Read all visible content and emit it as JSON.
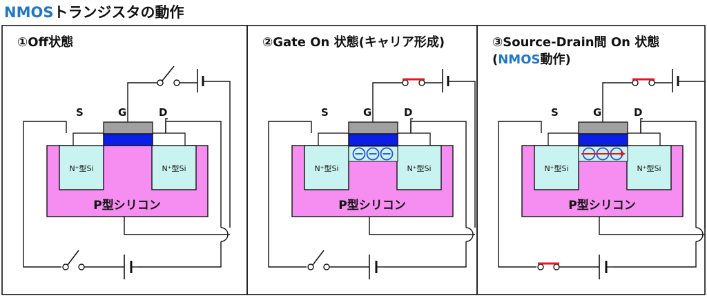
{
  "title": {
    "prefix": "NMOS",
    "suffix": "トランジスタの動作"
  },
  "panels": [
    {
      "heading_lines": [
        "①Off状態"
      ],
      "gate_switch_closed": false,
      "drain_switch_closed": false,
      "channel_carriers": 0,
      "channel_arrow": false
    },
    {
      "heading_lines": [
        "②Gate On 状態(キャリア形成)"
      ],
      "gate_switch_closed": true,
      "drain_switch_closed": false,
      "channel_carriers": 3,
      "channel_arrow": false
    },
    {
      "heading_lines": [
        "③Source-Drain間 On 状態",
        "(NMOS動作)"
      ],
      "gate_switch_closed": true,
      "drain_switch_closed": true,
      "channel_carriers": 3,
      "channel_arrow": true
    }
  ],
  "labels": {
    "source": "S",
    "gate": "G",
    "drain": "D",
    "n_region": "N⁺型Si",
    "substrate": "P型シリコン"
  },
  "colors": {
    "substrate": "#f58ef0",
    "n_region": "#c9f3f1",
    "gate_metal": "#a0a0a0",
    "gate_oxide": "#0a1ee8",
    "switch_on": "#e21a1a",
    "heading_accent": "#1f77c8",
    "carrier": "#2a4fd6"
  }
}
